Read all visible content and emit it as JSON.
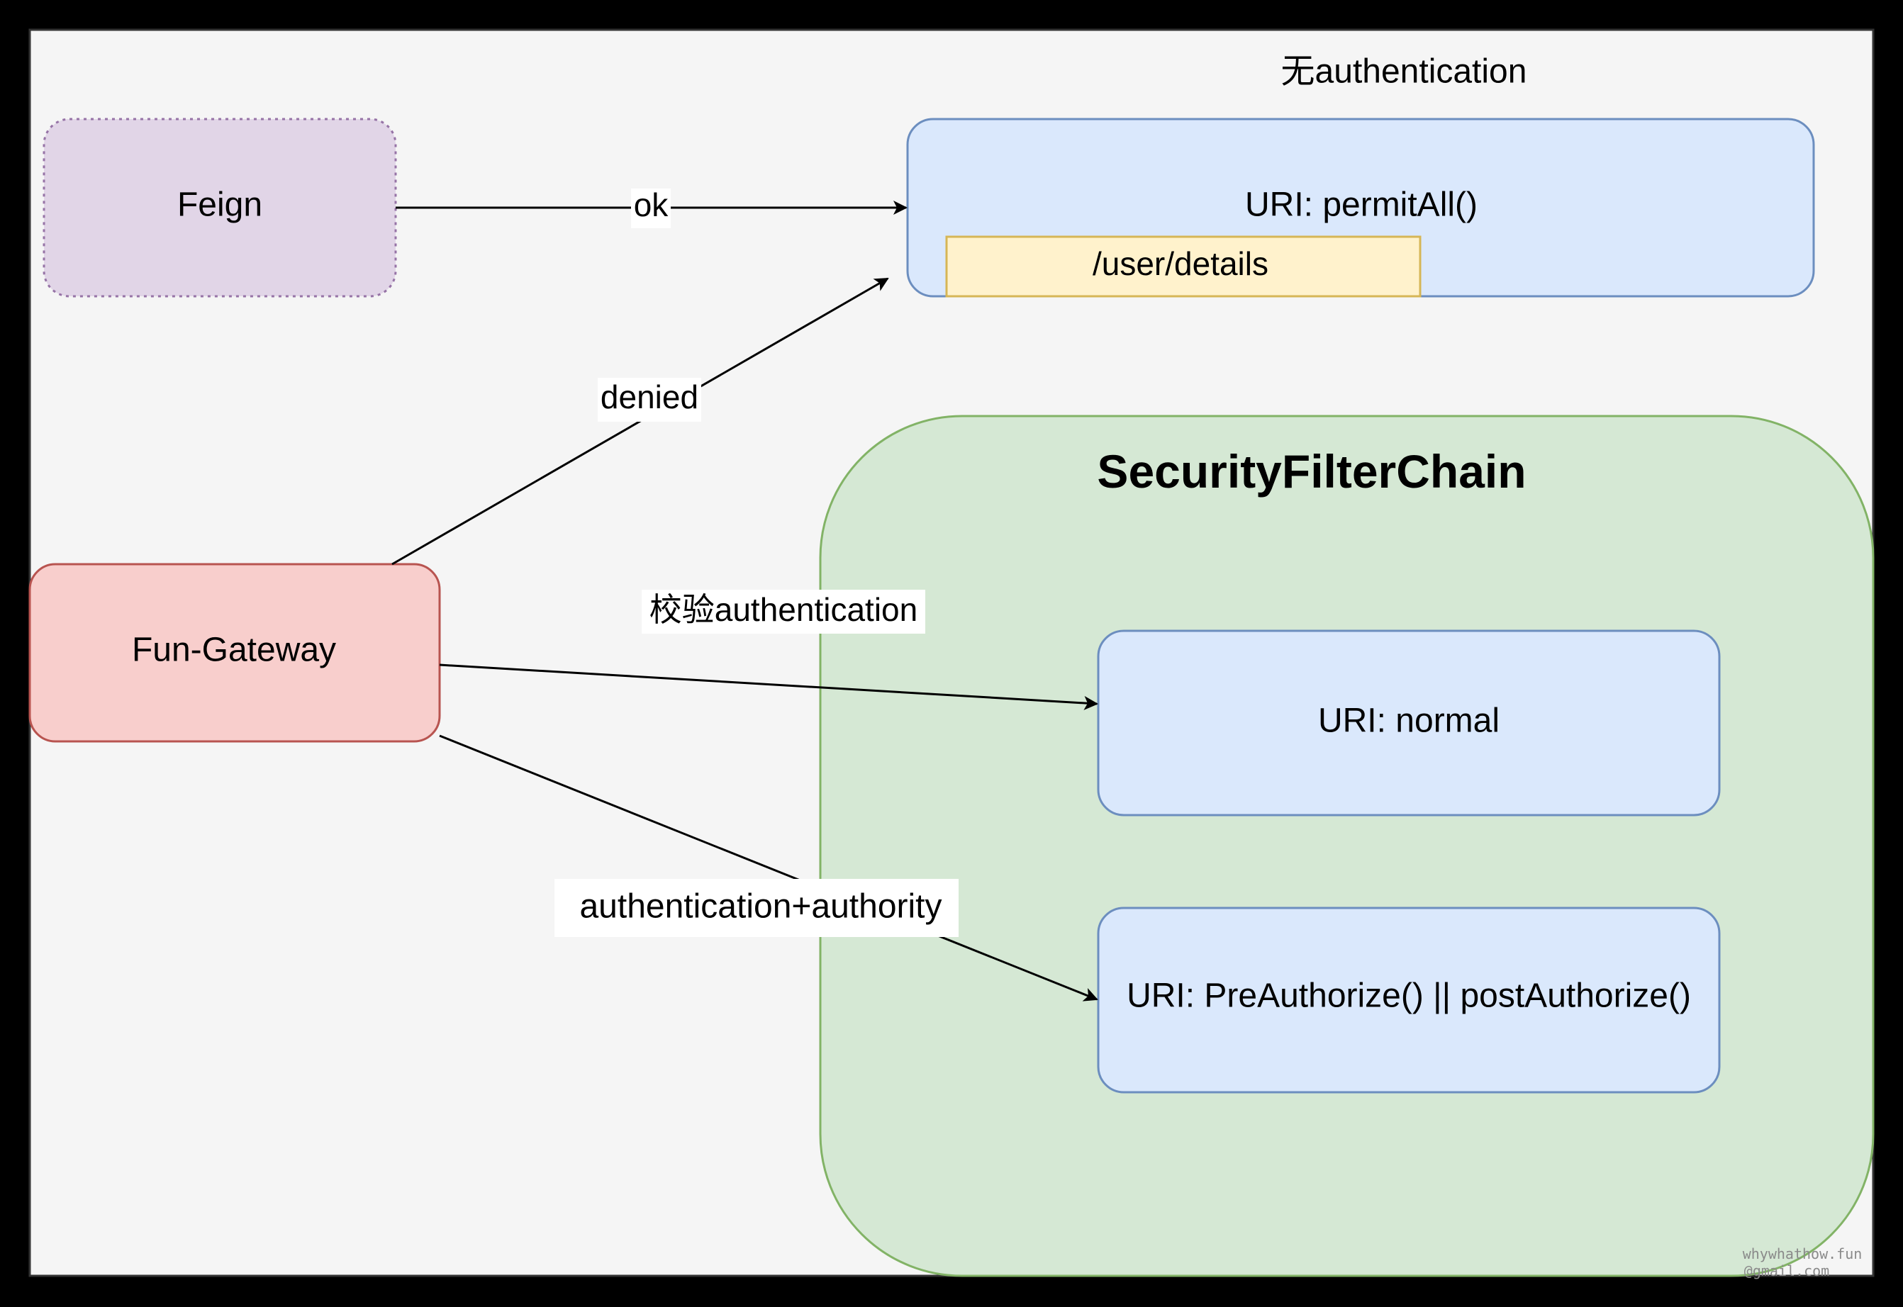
{
  "diagram": {
    "colors": {
      "frame": "#000000",
      "canvas_bg": "#f5f5f5",
      "feign_fill": "#e1d5e7",
      "feign_stroke": "#9673a6",
      "gateway_fill": "#f8cecc",
      "gateway_stroke": "#b85450",
      "uri_fill": "#dae8fc",
      "uri_stroke": "#6c8ebf",
      "path_fill": "#fff2cc",
      "path_stroke": "#d6b656",
      "chain_fill": "#d5e8d4",
      "chain_stroke": "#82b366"
    },
    "nodes": {
      "feign": "Feign",
      "gateway": "Fun-Gateway",
      "permit_all": "URI: permitAll()",
      "user_details": "/user/details",
      "chain_title": "SecurityFilterChain",
      "uri_normal": "URI: normal",
      "uri_authorize": "URI:  PreAuthorize() || postAuthorize()"
    },
    "labels": {
      "no_auth": "无authentication",
      "ok": "ok",
      "denied": "denied",
      "check_auth": "校验authentication",
      "auth_authority": "authentication+authority"
    },
    "watermark": {
      "line1": "whywhathow.fun",
      "line2": "@gmail.com"
    }
  }
}
